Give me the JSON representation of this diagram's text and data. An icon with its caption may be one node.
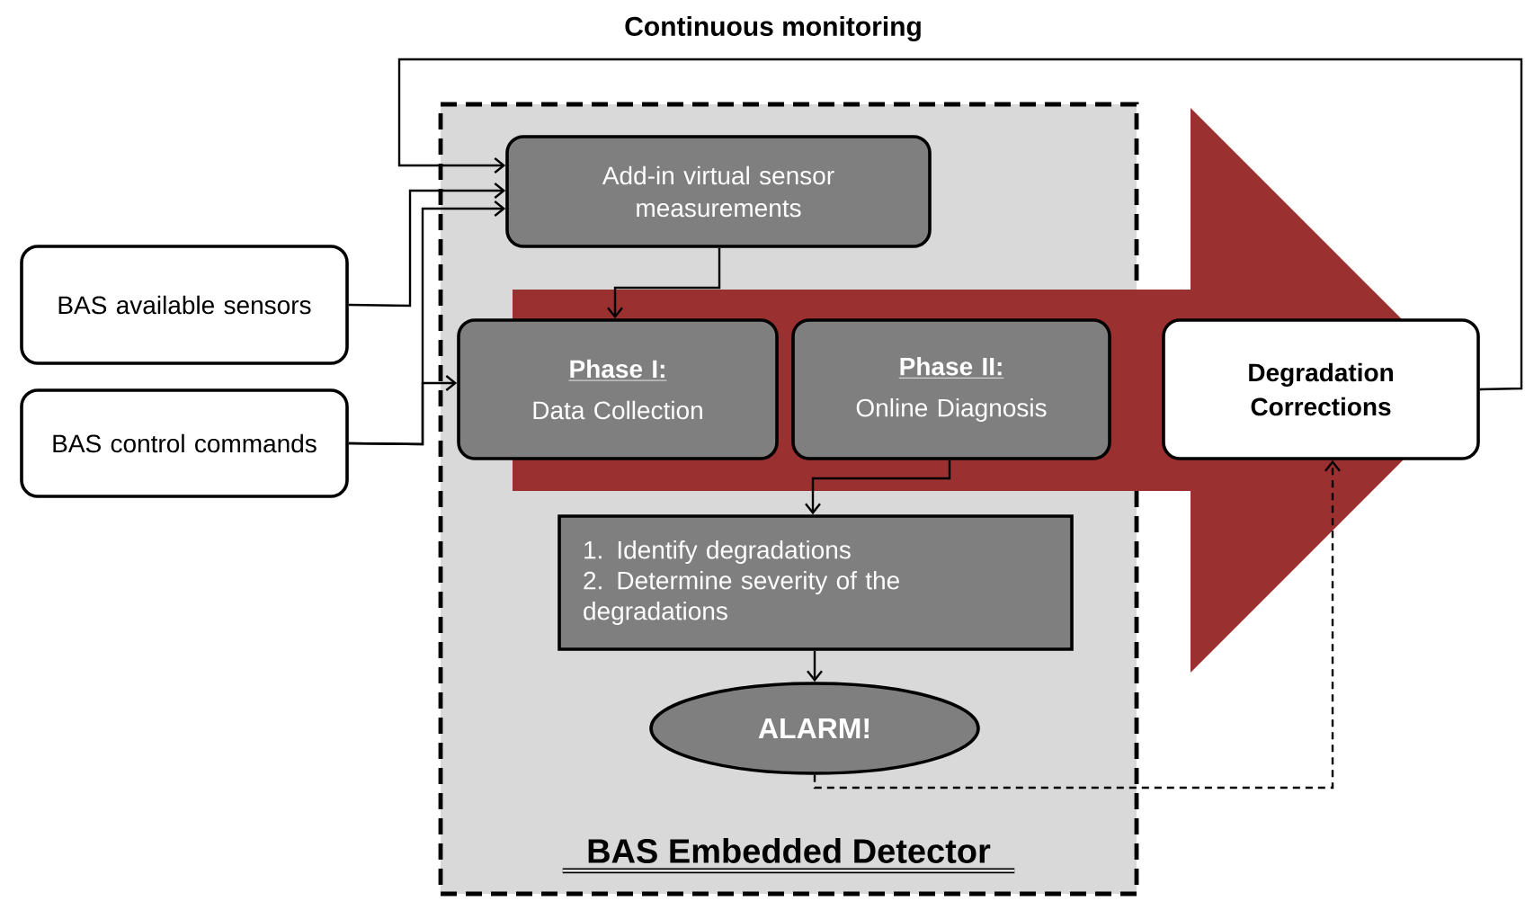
{
  "diagram": {
    "nodes": [
      {
        "text": [
          "BAS Embedded Detector"
        ]
      },
      {
        "text": [
          "Add-in virtual sensor measurements"
        ],
        "in": 0
      },
      {
        "text": [
          "Phase I:",
          "Data Collection"
        ],
        "in": 0
      },
      {
        "text": [
          "Phase II:",
          "Online Diagnosis"
        ],
        "in": 0
      },
      {
        "text": [
          "1. Identify degradations",
          "2. Determine severity of the degradations"
        ],
        "in": 0
      },
      {
        "text": [
          "ALARM!"
        ],
        "in": 0
      },
      {
        "text": [
          "BAS available sensors"
        ]
      },
      {
        "text": [
          "BAS control commands"
        ]
      },
      {
        "text": [
          "Degradation Corrections"
        ]
      }
    ],
    "edges": [
      {
        "from": 8,
        "to": 1,
        "arrow": "to",
        "label": "Continuous monitoring"
      },
      {
        "from": 6,
        "to": 1,
        "arrow": "to"
      },
      {
        "from": 7,
        "to": 1,
        "arrow": "to"
      },
      {
        "from": 7,
        "to": 2,
        "arrow": "to"
      },
      {
        "from": 1,
        "to": 2,
        "arrow": "to"
      },
      {
        "from": 3,
        "to": 4,
        "arrow": "to"
      },
      {
        "from": 4,
        "to": 5,
        "arrow": "to"
      },
      {
        "from": 5,
        "to": 8,
        "arrow": "to",
        "style": "dashed"
      },
      {
        "from": 2,
        "to": 8,
        "arrow": "to",
        "style": "thick",
        "color": "#9b3030"
      }
    ]
  }
}
